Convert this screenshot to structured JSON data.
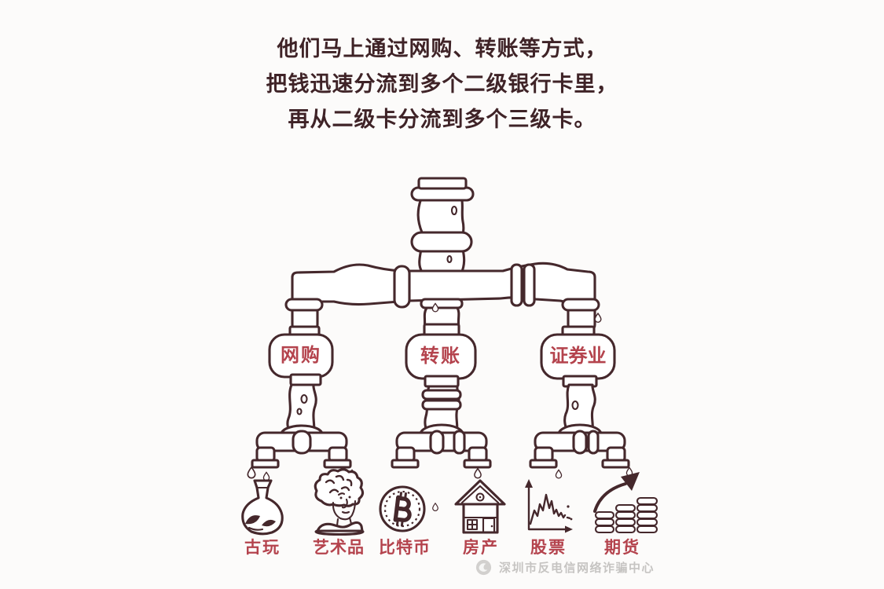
{
  "colors": {
    "bg": "#fcfbfa",
    "line": "#45282c",
    "ink": "#3f2327",
    "red": "#b4434d",
    "gray": "#c6c4c2"
  },
  "intro": {
    "lines": [
      "他们马上通过网购、转账等方式，",
      "把钱迅速分流到多个二级银行卡里，",
      "再从二级卡分流到多个三级卡。"
    ]
  },
  "valves": [
    {
      "label": "网购"
    },
    {
      "label": "转账"
    },
    {
      "label": "证券业"
    }
  ],
  "destinations": [
    {
      "label": "古玩",
      "icon": "antique-vase-icon"
    },
    {
      "label": "艺术品",
      "icon": "art-statue-icon"
    },
    {
      "label": "比特币",
      "icon": "bitcoin-icon"
    },
    {
      "label": "房产",
      "icon": "house-icon"
    },
    {
      "label": "股票",
      "icon": "stock-chart-icon"
    },
    {
      "label": "期货",
      "icon": "futures-coins-icon"
    }
  ],
  "watermark": {
    "text": "深圳市反电信网络诈骗中心"
  }
}
